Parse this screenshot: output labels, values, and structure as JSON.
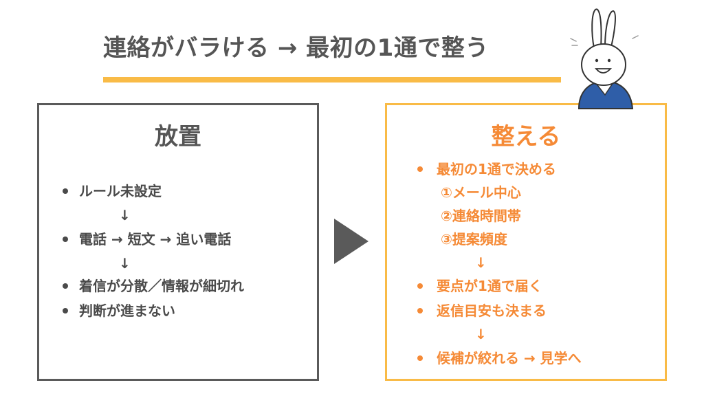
{
  "title": "連絡がバラける → 最初の1通で整う",
  "left": {
    "heading": "放置",
    "items": [
      "ルール未設定",
      "↓",
      "電話 → 短文 → 追い電話",
      "↓",
      "着信が分散／情報が細切れ",
      "判断が進まない"
    ]
  },
  "right": {
    "heading": "整える",
    "items": [
      "最初の1通で決める",
      "①メール中心",
      "②連絡時間帯",
      "③提案頻度",
      "↓",
      "要点が1通で届く",
      "返信目安も決まる",
      "↓",
      "候補が絞れる → 見学へ"
    ]
  },
  "colors": {
    "accent_yellow": "#f9bb47",
    "accent_orange": "#f58a36",
    "gray_text": "#4a4a4a",
    "border_gray": "#5a5a5a",
    "shirt_blue": "#2f5ea8"
  }
}
